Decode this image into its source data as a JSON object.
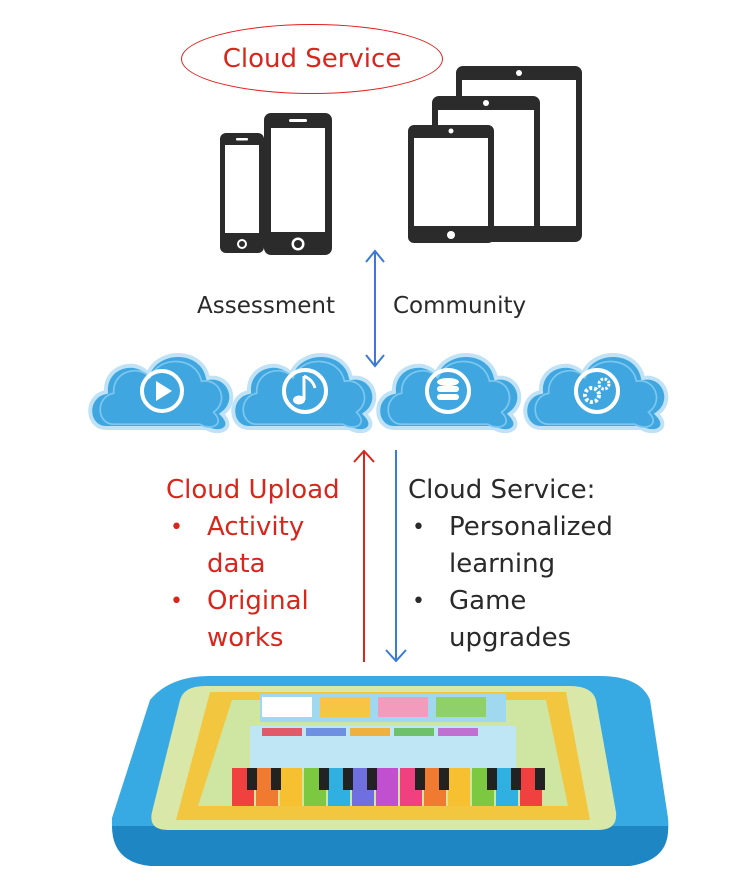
{
  "title": "Cloud Service",
  "labels": {
    "left": "Assessment",
    "right": "Community"
  },
  "upload": {
    "heading": "Cloud Upload",
    "items": [
      {
        "line1": "Activity",
        "line2": "data"
      },
      {
        "line1": "Original",
        "line2": "works"
      }
    ]
  },
  "service": {
    "heading": "Cloud Service:",
    "items": [
      {
        "line1": "Personalized",
        "line2": "learning"
      },
      {
        "line1": "Game",
        "line2": "upgrades"
      }
    ]
  },
  "clouds": [
    {
      "icon": "play-icon"
    },
    {
      "icon": "music-note-icon"
    },
    {
      "icon": "database-icon"
    },
    {
      "icon": "gears-icon"
    }
  ],
  "colors": {
    "accent_red": "#d8261c",
    "arrow_blue": "#3a7ad8",
    "cloud_blue": "#3fa6e0",
    "device_dark": "#2b2b2b"
  }
}
